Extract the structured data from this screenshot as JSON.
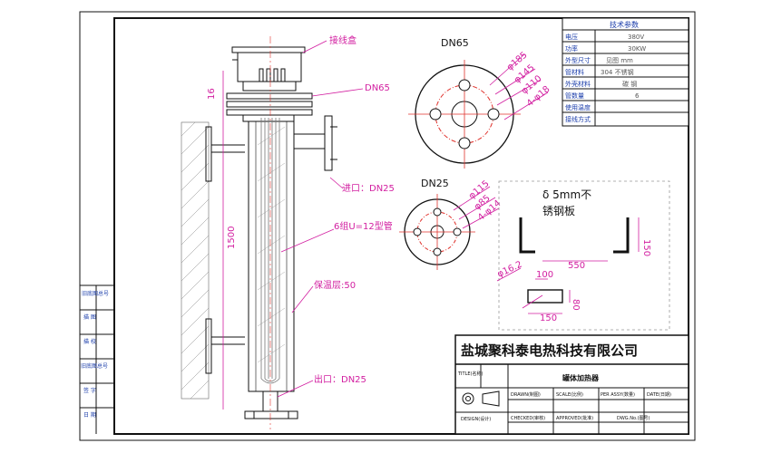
{
  "labels": {
    "junction_box": "接线盒",
    "dn65_side": "DN65",
    "inlet": "进口：DN25",
    "u_tubes": "6组U=12型管",
    "insulation": "保温层:50",
    "outlet": "出口：DN25",
    "flange_dn65_title": "DN65",
    "flange_dn25_title": "DN25",
    "plate_title_1": "δ 5mm不",
    "plate_title_2": "锈钢板",
    "dim_side_height": "16",
    "dim_length": "1500"
  },
  "flange_dims": [
    "φ185",
    "φ145",
    "φ110",
    "4-φ18"
  ],
  "flange_dn25_dims": [
    "φ115",
    "φ85",
    "4-φ14"
  ],
  "plate_dims": [
    "150",
    "550",
    "100",
    "φ16.2",
    "80",
    "150"
  ],
  "tech_params": {
    "title": "技术参数",
    "rows": [
      {
        "label": "电压",
        "value": "380V"
      },
      {
        "label": "功率",
        "value": "30KW"
      },
      {
        "label": "外型尺寸",
        "value": "见图 mm"
      },
      {
        "label": "管材料",
        "value": "304 不锈钢"
      },
      {
        "label": "外壳材料",
        "value": "碳 钢"
      },
      {
        "label": "管数量",
        "value": "6"
      },
      {
        "label": "使用温度",
        "value": ""
      },
      {
        "label": "接线方式",
        "value": ""
      }
    ]
  },
  "title_block": {
    "company": "盐城聚科泰电热科技有限公司",
    "title_label": "TITLE(名称)",
    "product_name": "罐体加热器",
    "drawn": "DRAWN(制图)",
    "scale": "SCALE(比例)",
    "per_assy": "PER ASSY(数量)",
    "date": "DATE(日期)",
    "design": "DESIGN(设计)",
    "checked": "CHECKED(审核)",
    "approved": "APPROVED(批准)",
    "dwg_no": "DWG.No.(图号)"
  },
  "left_strip": [
    "旧底图总号",
    "描 图",
    "描 校",
    "旧底图总号",
    "签 字",
    "日 期"
  ]
}
